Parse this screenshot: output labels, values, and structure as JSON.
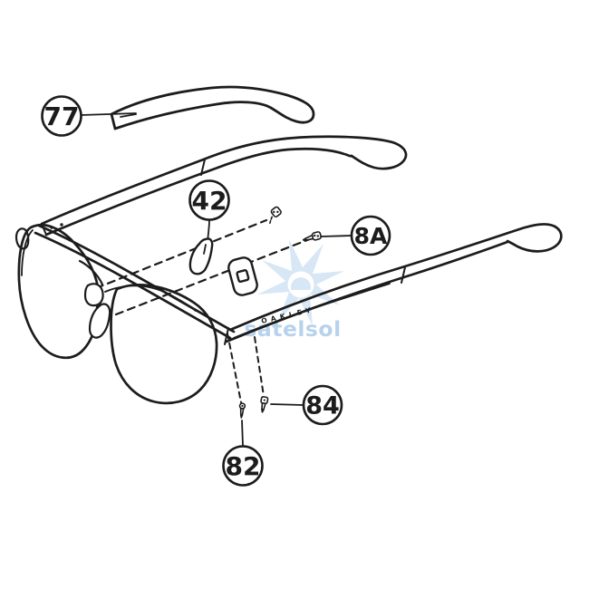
{
  "diagram": {
    "brand_text": "OAKLEY",
    "callouts": [
      {
        "label": "77"
      },
      {
        "label": "42"
      },
      {
        "label": "8A"
      },
      {
        "label": "84"
      },
      {
        "label": "82"
      }
    ],
    "watermark": {
      "text": "satelsol"
    },
    "colors": {
      "line": "#1c1c1c",
      "background": "#ffffff",
      "watermark_star": "#b9d5ee",
      "watermark_text": "#a6c8e9"
    }
  }
}
